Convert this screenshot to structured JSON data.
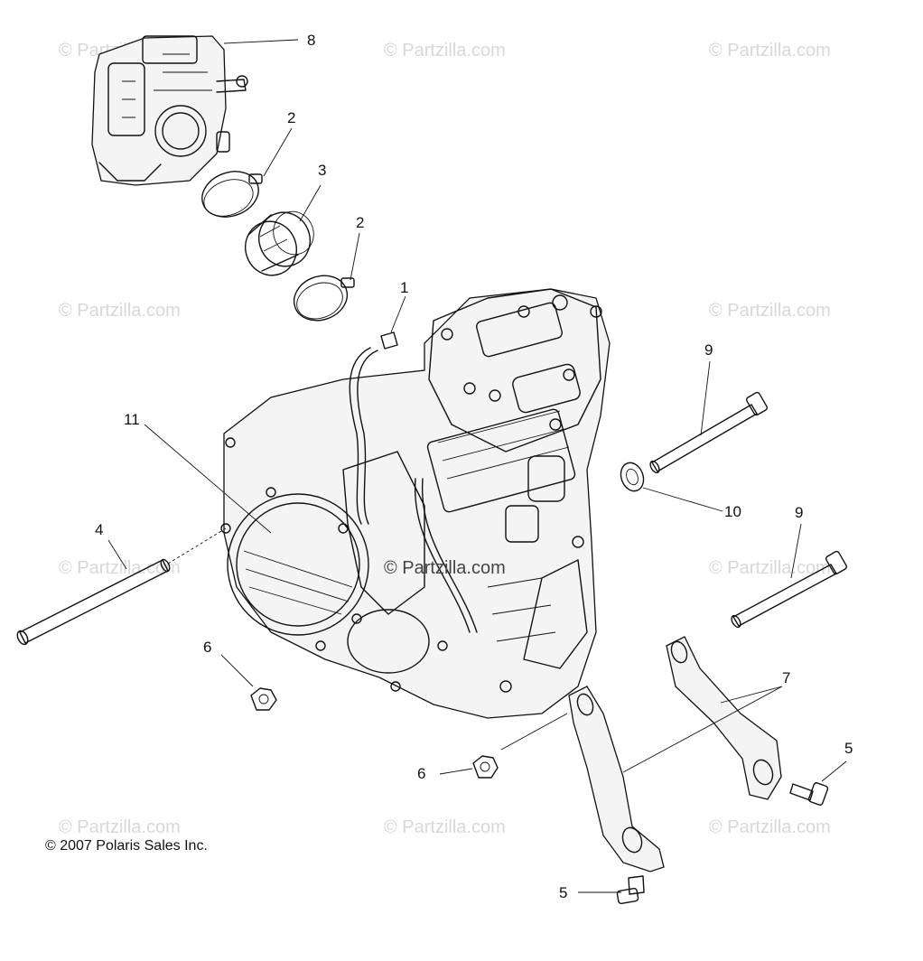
{
  "copyright": "© 2007 Polaris Sales Inc.",
  "watermark": "© Partzilla.com",
  "callouts": [
    "1",
    "2",
    "2",
    "3",
    "4",
    "5",
    "5",
    "6",
    "6",
    "7",
    "8",
    "9",
    "9",
    "10",
    "11"
  ]
}
